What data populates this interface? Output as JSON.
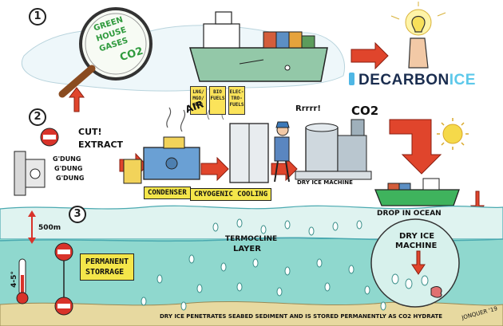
{
  "step_numbers": [
    "1",
    "2",
    "3"
  ],
  "ghg_label": {
    "line1": "GREEN",
    "line2": "HOUSE",
    "line3": "GASES",
    "line4": "CO2"
  },
  "brand": {
    "prefix": "DECARBON",
    "suffix": "ICE"
  },
  "fuel_tags": [
    {
      "line1": "LNG/",
      "line2": "MGO/",
      "line3": "HFO"
    },
    {
      "line1": "BIO",
      "line2": "FUELS",
      "line3": ""
    },
    {
      "line1": "ELEC-",
      "line2": "TRO-",
      "line3": "FUELS"
    }
  ],
  "labels": {
    "air": "AIR",
    "cut": "CUT!",
    "extract": "EXTRACT",
    "gdung": [
      "G'DUNG",
      "G'DUNG",
      "G'DUNG"
    ],
    "rrrr": "Rrrrr!",
    "co2": "CO2",
    "condenser": "CONDENSER",
    "cryogenic": "CRYOGENIC COOLING",
    "dry_ice_machine": "DRY ICE MACHINE",
    "drop_in_ocean": "DROP IN OCEAN",
    "depth": "500m",
    "termocline": "TERMOCLINE",
    "layer": "LAYER",
    "dry_ice": "DRY ICE",
    "machine": "MACHINE",
    "permanent": "PERMANENT",
    "storrage": "STORRAGE",
    "temp": "4-5°",
    "signature": "JONQUER '19",
    "caption": "DRY ICE PENETRATES SEABED SEDIMENT AND IS STORED PERMANENTLY AS CO2 HYDRATE"
  },
  "colors": {
    "sea_surface": "#7fd3c9",
    "deep_sea": "#8fd8ce",
    "arrow_red": "#e0452c",
    "tag_yellow": "#f4e64a",
    "ghg_green": "#3aa84a",
    "brand_navy": "#1a2d4f",
    "brand_ice": "#5cc8ea"
  }
}
